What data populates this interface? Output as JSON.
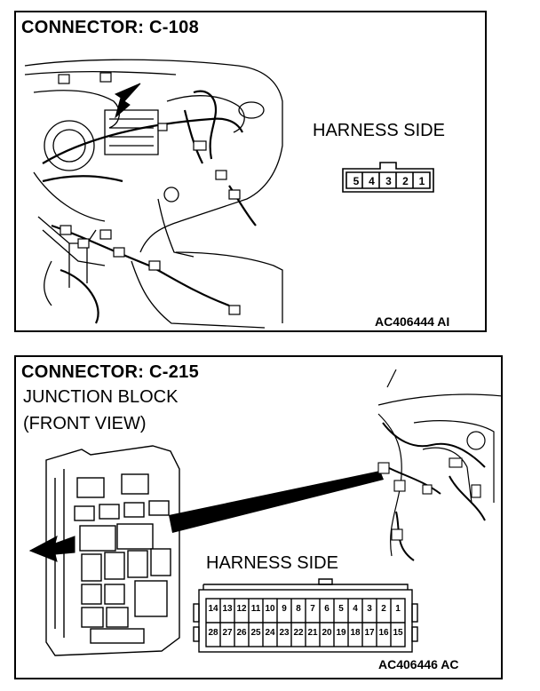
{
  "panel1": {
    "title": "CONNECTOR: C-108",
    "harness_label": "HARNESS SIDE",
    "pins": [
      "5",
      "4",
      "3",
      "2",
      "1"
    ],
    "figure_code": "AC406444 AI"
  },
  "panel2": {
    "title": "CONNECTOR: C-215",
    "sub1": "JUNCTION BLOCK",
    "sub2": "(FRONT VIEW)",
    "harness_label": "HARNESS SIDE",
    "pins_top": [
      "14",
      "13",
      "12",
      "11",
      "10",
      "9",
      "8",
      "7",
      "6",
      "5",
      "4",
      "3",
      "2",
      "1"
    ],
    "pins_bottom": [
      "28",
      "27",
      "26",
      "25",
      "24",
      "23",
      "22",
      "21",
      "20",
      "19",
      "18",
      "17",
      "16",
      "15"
    ],
    "figure_code": "AC406446 AC"
  }
}
